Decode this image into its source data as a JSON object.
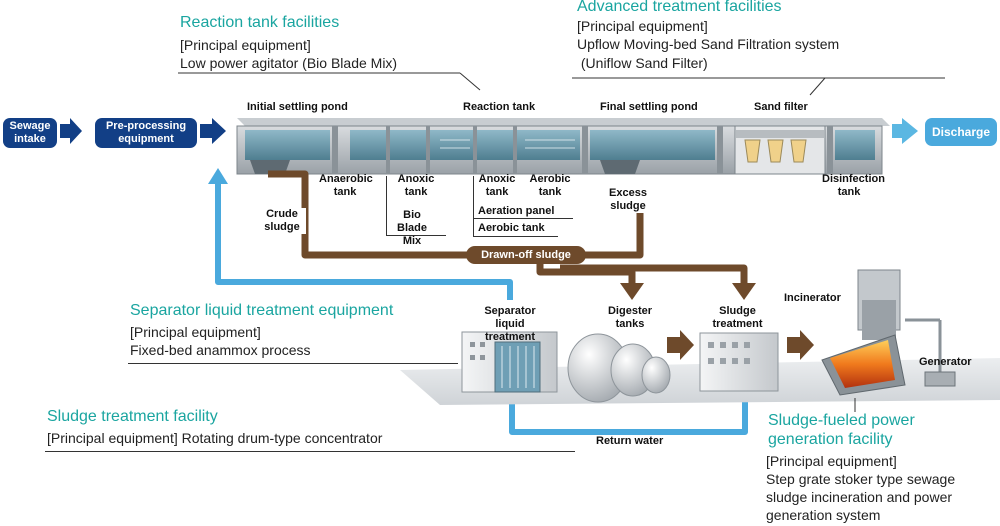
{
  "colors": {
    "teal_heading": "#1aa5a0",
    "navy_box": "#123f86",
    "light_blue": "#4aa9dd",
    "brown_sludge": "#6e4a2b"
  },
  "reaction": {
    "title": "Reaction tank facilities",
    "line1": "[Principal equipment]",
    "line2": "Low power agitator (Bio Blade Mix)"
  },
  "advanced": {
    "title": "Advanced treatment facilities",
    "line1": "[Principal equipment]",
    "line2": "Upflow Moving-bed Sand Filtration system",
    "line3": " (Uniflow Sand Filter)"
  },
  "flow": {
    "sewage_intake": "Sewage intake",
    "preprocessing": "Pre-processing equipment",
    "discharge": "Discharge"
  },
  "labels": {
    "initial_settling": "Initial settling pond",
    "reaction_tank": "Reaction tank",
    "final_settling": "Final settling pond",
    "sand_filter": "Sand filter",
    "anaerobic": "Anaerobic tank",
    "anoxic1": "Anoxic tank",
    "anoxic2": "Anoxic tank",
    "aerobic": "Aerobic tank",
    "excess_sludge": "Excess sludge",
    "disinfection": "Disinfection tank",
    "crude_sludge": "Crude sludge",
    "bio_blade": "Bio Blade Mix",
    "aeration_panel": "Aeration panel",
    "aerobic_tank2": "Aerobic tank",
    "drawn_off": "Drawn-off sludge",
    "separator_liquid": "Separator liquid treatment",
    "digester": "Digester tanks",
    "sludge_treatment": "Sludge treatment",
    "incinerator": "Incinerator",
    "generator": "Generator",
    "return_water": "Return water"
  },
  "separator": {
    "title": "Separator liquid treatment equipment",
    "line1": "[Principal equipment]",
    "line2": "Fixed-bed anammox process"
  },
  "sludge_facility": {
    "title": "Sludge treatment facility",
    "line1": "[Principal equipment] Rotating drum-type concentrator"
  },
  "power": {
    "title1": "Sludge-fueled power",
    "title2": "generation facility",
    "line1": "[Principal equipment]",
    "line2": "Step grate stoker type sewage",
    "line3": "sludge incineration and power",
    "line4": "generation system"
  }
}
